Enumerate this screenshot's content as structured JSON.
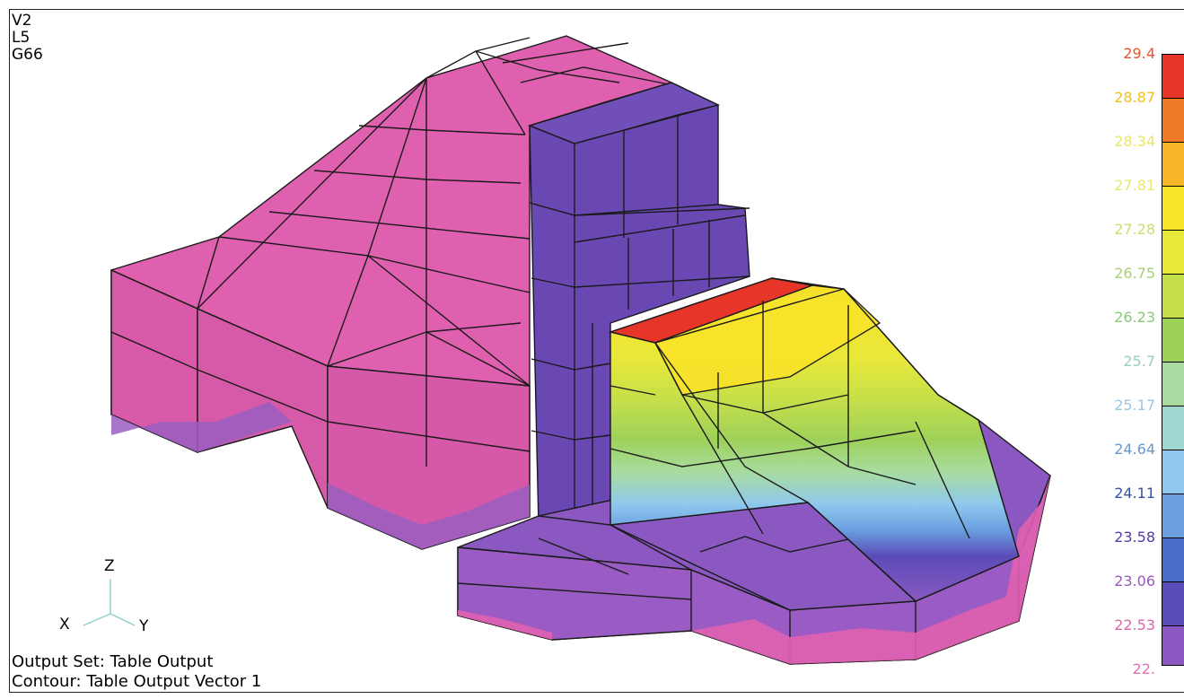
{
  "view_ids": [
    "V2",
    "L5",
    "G66"
  ],
  "info": {
    "output_set": "Output Set: Table Output",
    "contour": "Contour: Table Output Vector 1"
  },
  "triad": {
    "z": "Z",
    "x": "X",
    "y": "Y"
  },
  "legend": {
    "values": [
      "29.4",
      "28.87",
      "28.34",
      "27.81",
      "27.28",
      "26.75",
      "26.23",
      "25.7",
      "25.17",
      "24.64",
      "24.11",
      "23.58",
      "23.06",
      "22.53",
      "22."
    ],
    "colors": [
      "#e8352a",
      "#f07a2a",
      "#f7b52a",
      "#f7e32a",
      "#e8e83a",
      "#c4df4a",
      "#9ed15a",
      "#a8dca0",
      "#9fd8d0",
      "#8fc8ee",
      "#6a9fe0",
      "#4a6cc8",
      "#5a4cb8",
      "#8a58c0",
      "#e060b0"
    ],
    "label_colors": [
      "#e8552a",
      "#f0c020",
      "#e8e860",
      "#e8e870",
      "#c8e070",
      "#a8d070",
      "#88c878",
      "#98d0c0",
      "#98c8e0",
      "#6898c8",
      "#3a50a0",
      "#5a3ca8",
      "#9a5ab8",
      "#d868b0",
      "#e070b8"
    ]
  }
}
